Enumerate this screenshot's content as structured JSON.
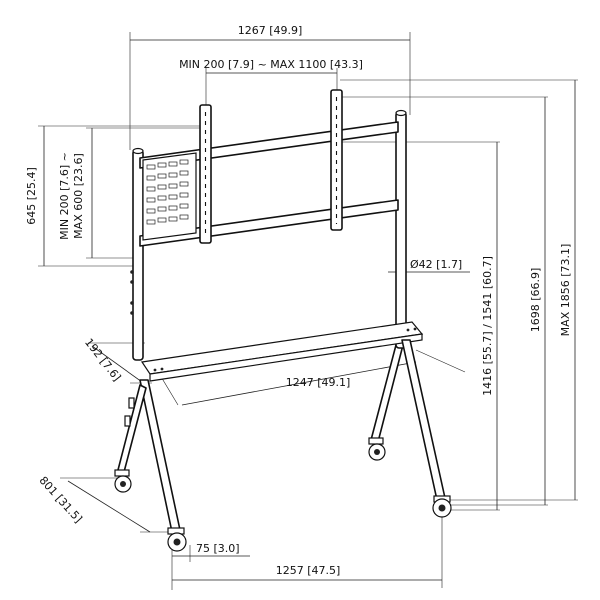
{
  "dimensions": {
    "overall_width": "1267 [49.9]",
    "vesa_horizontal": "MIN 200 [7.9] ~ MAX 1100 [43.3]",
    "vesa_vertical_range_1": "MIN 200 [7.6] ~",
    "vesa_vertical_range_2": "MAX 600 [23.6]",
    "plate_height": "645 [25.4]",
    "tube_diameter": "Ø42 [1.7]",
    "height_range": "1416 [55.7] / 1541 [60.7]",
    "top_height": "1698 [66.9]",
    "max_height": "MAX 1856 [73.1]",
    "shelf_depth": "192 [7.6]",
    "shelf_width": "1247 [49.1]",
    "base_depth": "801 [31.5]",
    "caster_offset": "75 [3.0]",
    "base_width": "1257 [47.5]"
  }
}
